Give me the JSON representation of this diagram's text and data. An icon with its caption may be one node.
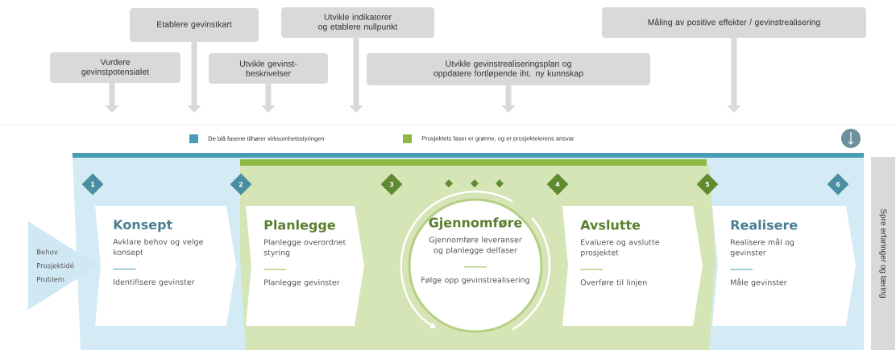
{
  "diagram": {
    "nodes": [
      {
        "text": [
          "Vurdere gevinstpotensialet"
        ]
      },
      {
        "text": [
          "Etablere gevinstkart"
        ]
      },
      {
        "text": [
          "Utvikle gevinst- beskrivelser"
        ]
      },
      {
        "text": [
          "Utvikle indikatorer og etablere nullpunkt"
        ]
      },
      {
        "text": [
          "Utvikle gevinstrealiseringsplan og oppdatere fortløpende iht. ny kunnskap"
        ]
      },
      {
        "text": [
          "Måling av positive effekter / gevinstrealisering"
        ]
      },
      {
        "text": [
          "1"
        ]
      },
      {
        "text": [
          "2"
        ]
      },
      {
        "text": [
          "3"
        ]
      },
      {
        "text": [
          "4"
        ]
      },
      {
        "text": [
          "5"
        ]
      },
      {
        "text": [
          "6"
        ]
      },
      {
        "text": [
          "Behov",
          "Prosjektidé",
          "Problem"
        ]
      },
      {
        "text": [
          "Konsept",
          "Avklare behov og velge konsept",
          "Identifisere gevinster"
        ]
      },
      {
        "text": [
          "Planlegge",
          "Planlegge overordnet styring",
          "Planlegge gevinster"
        ]
      },
      {
        "text": [
          "Gjennomføre",
          "Gjennomføre leveranser og planlegge delfaser",
          "Følge opp gevinstrealisering"
        ]
      },
      {
        "text": [
          "Avslutte",
          "Evaluere og avslutte prosjektet",
          "Overføre til linjen"
        ]
      },
      {
        "text": [
          "Realisere",
          "Realisere mål og gevinster",
          "Måle gevinster"
        ]
      },
      {
        "text": [
          "Spre erfaringer og læring"
        ]
      }
    ],
    "edges": [
      {
        "from": 0,
        "to": null,
        "arrow": "to"
      },
      {
        "from": 1,
        "to": null,
        "arrow": "to"
      },
      {
        "from": 2,
        "to": null,
        "arrow": "to"
      },
      {
        "from": 3,
        "to": null,
        "arrow": "to"
      },
      {
        "from": 4,
        "to": null,
        "arrow": "to"
      },
      {
        "from": 5,
        "to": null,
        "arrow": "to"
      }
    ],
    "legend": [
      {
        "text": "De blå fasene tilhører virksomhetsstyringen",
        "color": "#4a9bb5"
      },
      {
        "text": "Prosjektets faser er grønne, og er prosjekteierens ansvar",
        "color": "#8db843"
      }
    ]
  }
}
